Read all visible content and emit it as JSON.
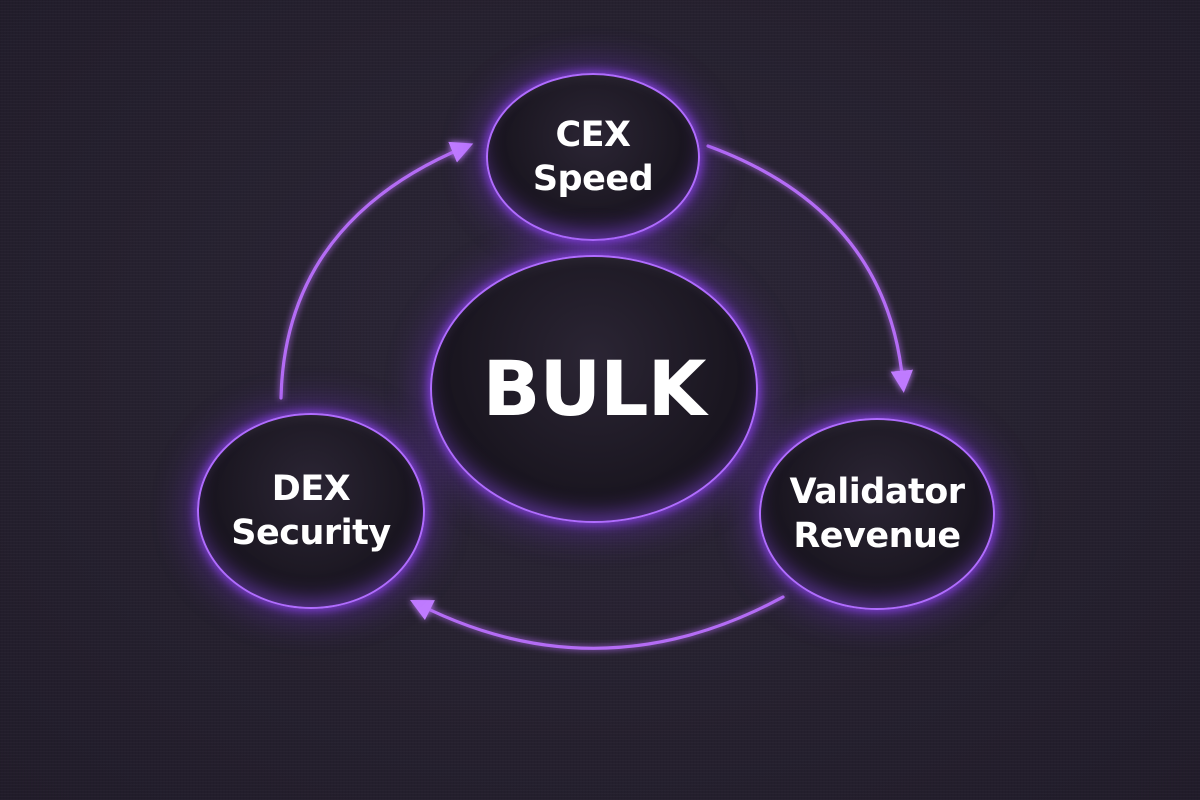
{
  "center": {
    "label": "BULK"
  },
  "nodes": {
    "top": {
      "lines": [
        "CEX",
        "Speed"
      ]
    },
    "right": {
      "lines": [
        "Validator",
        "Revenue"
      ]
    },
    "left": {
      "lines": [
        "DEX",
        "Security"
      ]
    }
  },
  "arrows": [
    {
      "from": "top",
      "to": "right"
    },
    {
      "from": "right",
      "to": "left"
    },
    {
      "from": "left",
      "to": "top"
    }
  ],
  "colors": {
    "background": "#25202f",
    "accent": "#b06cff",
    "arrow": "#b46cf5",
    "text": "#ffffff"
  }
}
